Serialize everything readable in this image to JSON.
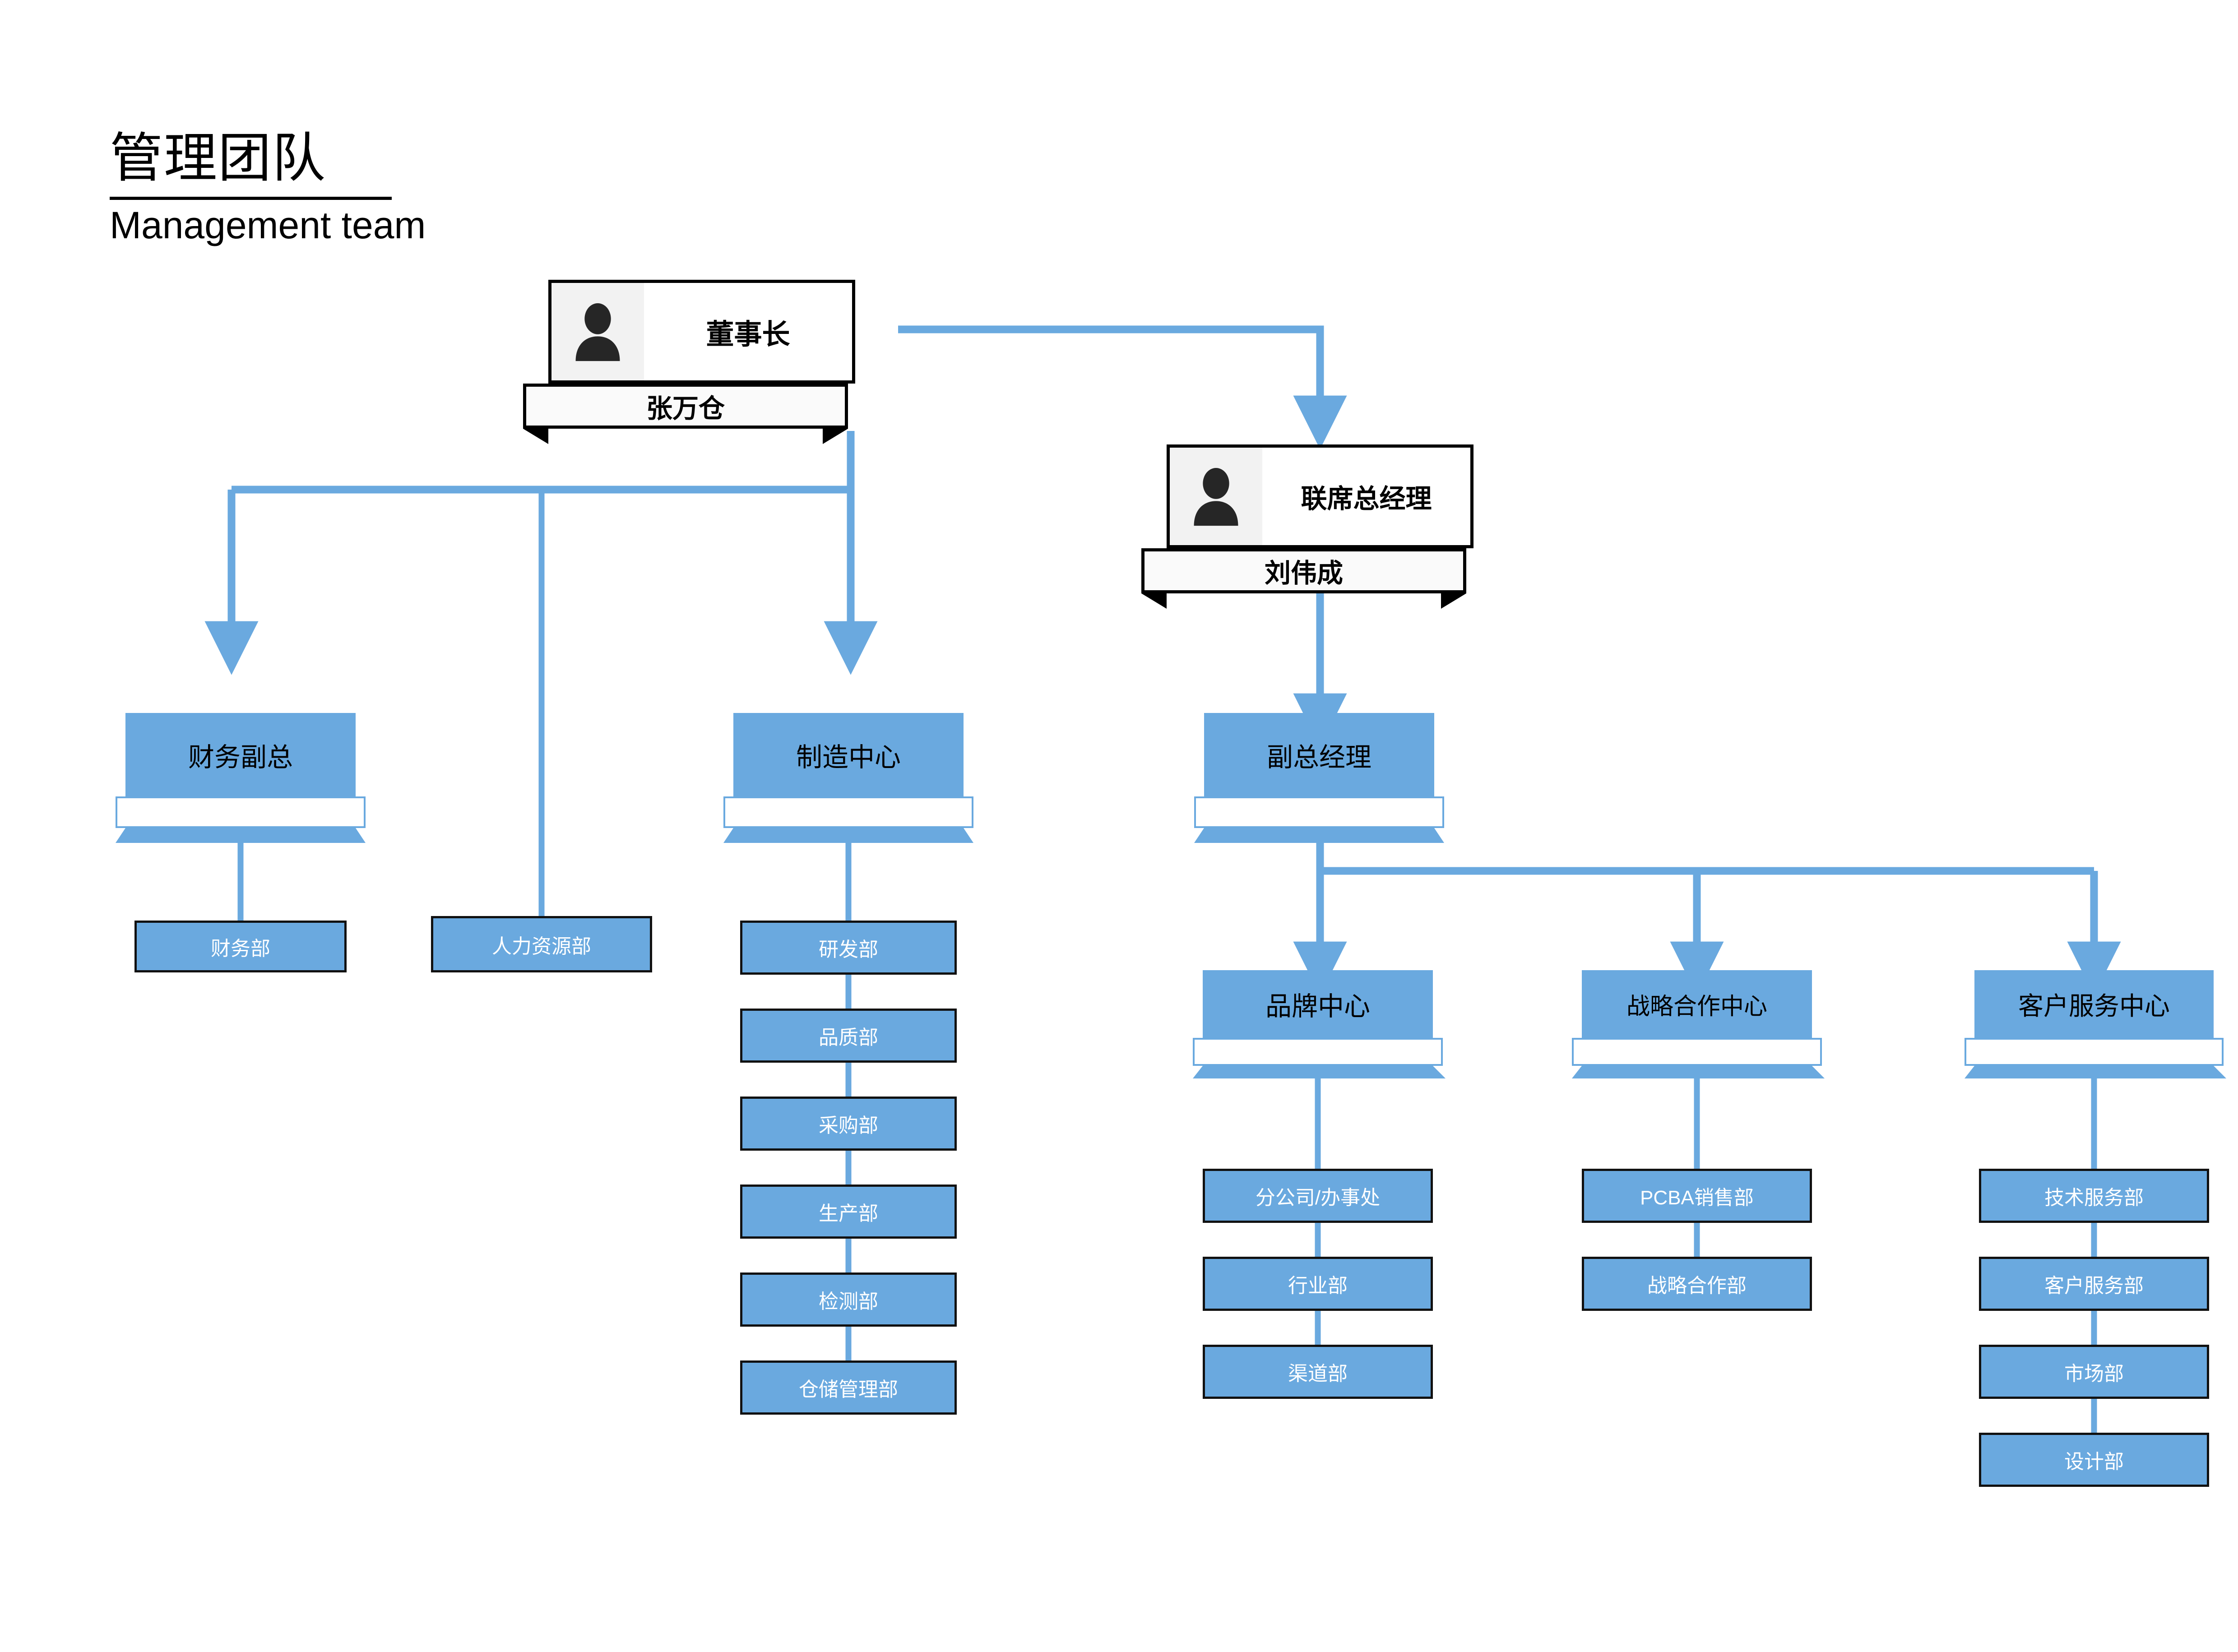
{
  "header": {
    "title_cn": "管理团队",
    "title_en": "Management team"
  },
  "theme": {
    "accent_blue": "#6AA9DF",
    "box_border": "#111111",
    "avatar_panel": "#F2F2F2",
    "text_on_blue": "#FFFFFF",
    "text_dark": "#000000",
    "background": "#FFFFFF"
  },
  "chart_data": {
    "type": "diagram",
    "title": "管理团队 / Management team",
    "nodes": [
      {
        "id": "chairman",
        "label": "董事长",
        "name": "张万仓",
        "level": 0,
        "style": "person"
      },
      {
        "id": "co_gm",
        "label": "联席总经理",
        "name": "刘伟成",
        "level": 1,
        "style": "person"
      },
      {
        "id": "cfo",
        "label": "财务副总",
        "level": 1,
        "style": "ribbon"
      },
      {
        "id": "mfg_center",
        "label": "制造中心",
        "level": 1,
        "style": "ribbon"
      },
      {
        "id": "vgm",
        "label": "副总经理",
        "level": 2,
        "style": "ribbon"
      },
      {
        "id": "brand_center",
        "label": "品牌中心",
        "level": 3,
        "style": "ribbon"
      },
      {
        "id": "strat_center",
        "label": "战略合作中心",
        "level": 3,
        "style": "ribbon"
      },
      {
        "id": "cs_center",
        "label": "客户服务中心",
        "level": 3,
        "style": "ribbon"
      },
      {
        "id": "finance_dept",
        "label": "财务部",
        "level": 2,
        "style": "plain"
      },
      {
        "id": "hr_dept",
        "label": "人力资源部",
        "level": 2,
        "style": "plain"
      },
      {
        "id": "rd_dept",
        "label": "研发部",
        "level": 2,
        "style": "plain"
      },
      {
        "id": "qa_dept",
        "label": "品质部",
        "level": 2,
        "style": "plain"
      },
      {
        "id": "buy_dept",
        "label": "采购部",
        "level": 2,
        "style": "plain"
      },
      {
        "id": "prod_dept",
        "label": "生产部",
        "level": 2,
        "style": "plain"
      },
      {
        "id": "test_dept",
        "label": "检测部",
        "level": 2,
        "style": "plain"
      },
      {
        "id": "wh_dept",
        "label": "仓储管理部",
        "level": 2,
        "style": "plain"
      },
      {
        "id": "branch_dept",
        "label": "分公司/办事处",
        "level": 4,
        "style": "plain"
      },
      {
        "id": "industry_dept",
        "label": "行业部",
        "level": 4,
        "style": "plain"
      },
      {
        "id": "channel_dept",
        "label": "渠道部",
        "level": 4,
        "style": "plain"
      },
      {
        "id": "pcba_dept",
        "label": "PCBA销售部",
        "level": 4,
        "style": "plain"
      },
      {
        "id": "strat_dept",
        "label": "战略合作部",
        "level": 4,
        "style": "plain"
      },
      {
        "id": "tech_dept",
        "label": "技术服务部",
        "level": 4,
        "style": "plain"
      },
      {
        "id": "cs_dept",
        "label": "客户服务部",
        "level": 4,
        "style": "plain"
      },
      {
        "id": "market_dept",
        "label": "市场部",
        "level": 4,
        "style": "plain"
      },
      {
        "id": "design_dept",
        "label": "设计部",
        "level": 4,
        "style": "plain"
      }
    ],
    "edges": [
      {
        "from": "chairman",
        "to": "co_gm",
        "arrow": true
      },
      {
        "from": "chairman",
        "to": "cfo",
        "arrow": true
      },
      {
        "from": "chairman",
        "to": "hr_dept",
        "arrow": false
      },
      {
        "from": "chairman",
        "to": "mfg_center",
        "arrow": true
      },
      {
        "from": "co_gm",
        "to": "vgm",
        "arrow": true
      },
      {
        "from": "vgm",
        "to": "brand_center",
        "arrow": true
      },
      {
        "from": "vgm",
        "to": "strat_center",
        "arrow": true
      },
      {
        "from": "vgm",
        "to": "cs_center",
        "arrow": true
      },
      {
        "from": "cfo",
        "to": "finance_dept",
        "arrow": false
      },
      {
        "from": "mfg_center",
        "to": "rd_dept",
        "arrow": false
      },
      {
        "from": "rd_dept",
        "to": "qa_dept",
        "arrow": false
      },
      {
        "from": "qa_dept",
        "to": "buy_dept",
        "arrow": false
      },
      {
        "from": "buy_dept",
        "to": "prod_dept",
        "arrow": false
      },
      {
        "from": "prod_dept",
        "to": "test_dept",
        "arrow": false
      },
      {
        "from": "test_dept",
        "to": "wh_dept",
        "arrow": false
      },
      {
        "from": "brand_center",
        "to": "branch_dept",
        "arrow": false
      },
      {
        "from": "branch_dept",
        "to": "industry_dept",
        "arrow": false
      },
      {
        "from": "industry_dept",
        "to": "channel_dept",
        "arrow": false
      },
      {
        "from": "strat_center",
        "to": "pcba_dept",
        "arrow": false
      },
      {
        "from": "pcba_dept",
        "to": "strat_dept",
        "arrow": false
      },
      {
        "from": "cs_center",
        "to": "tech_dept",
        "arrow": false
      },
      {
        "from": "tech_dept",
        "to": "cs_dept",
        "arrow": false
      },
      {
        "from": "cs_dept",
        "to": "market_dept",
        "arrow": false
      },
      {
        "from": "market_dept",
        "to": "design_dept",
        "arrow": false
      }
    ]
  },
  "org": {
    "chairman": {
      "title": "董事长",
      "name": "张万仓",
      "avatar_icon": "person-avatar-icon"
    },
    "co_gm": {
      "title": "联席总经理",
      "name": "刘伟成",
      "avatar_icon": "person-avatar-icon"
    },
    "cfo": {
      "label": "财务副总"
    },
    "mfg_center": {
      "label": "制造中心"
    },
    "vgm": {
      "label": "副总经理"
    },
    "brand_center": {
      "label": "品牌中心"
    },
    "strat_center": {
      "label": "战略合作中心"
    },
    "cs_center": {
      "label": "客户服务中心"
    },
    "finance_dept": {
      "label": "财务部"
    },
    "hr_dept": {
      "label": "人力资源部"
    },
    "mfg_subs": [
      "研发部",
      "品质部",
      "采购部",
      "生产部",
      "检测部",
      "仓储管理部"
    ],
    "brand_subs": [
      "分公司/办事处",
      "行业部",
      "渠道部"
    ],
    "strat_subs": [
      "PCBA销售部",
      "战略合作部"
    ],
    "cs_subs": [
      "技术服务部",
      "客户服务部",
      "市场部",
      "设计部"
    ]
  }
}
